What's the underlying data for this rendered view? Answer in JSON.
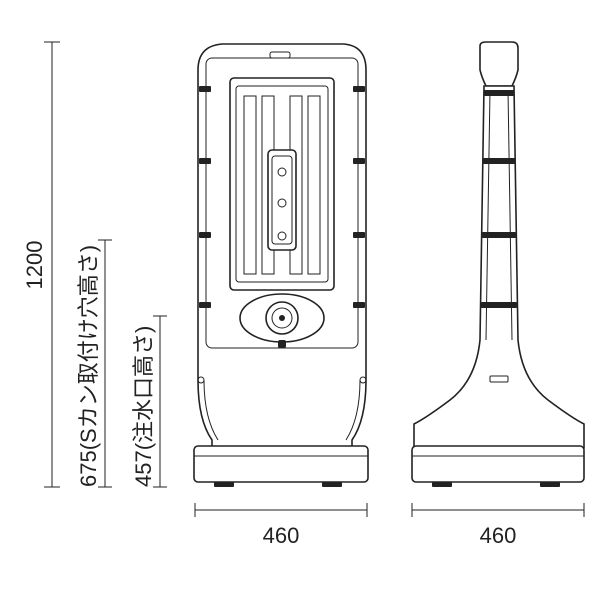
{
  "dimensions": {
    "height_total": "1200",
    "height_scan": "675(Sカン取付け穴高さ)",
    "height_inlet": "457(注水口高さ)",
    "width_front": "460",
    "width_side": "460"
  }
}
